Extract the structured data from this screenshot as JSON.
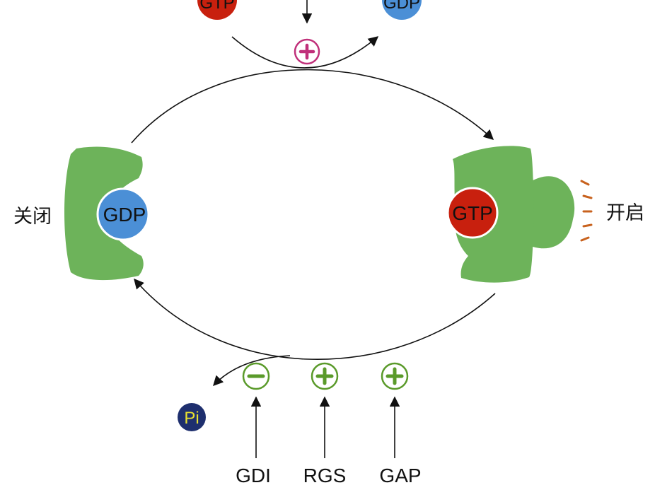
{
  "top_left_nucleotide": "GTP",
  "top_right_nucleotide": "GDP",
  "inactive_state": {
    "label": "关闭",
    "nucleotide": "GDP"
  },
  "active_state": {
    "label": "开启",
    "nucleotide": "GTP"
  },
  "phosphate": "Pi",
  "regulators": [
    {
      "name": "GDI",
      "effect": "minus"
    },
    {
      "name": "RGS",
      "effect": "plus"
    },
    {
      "name": "GAP",
      "effect": "plus"
    }
  ],
  "colors": {
    "protein_green": "#6db35a",
    "gtp_red": "#c8200e",
    "gdp_blue": "#4b8fd6",
    "plus_pink": "#c0307a",
    "regulator_green": "#5a9a2a",
    "ray_orange": "#c8621e"
  }
}
